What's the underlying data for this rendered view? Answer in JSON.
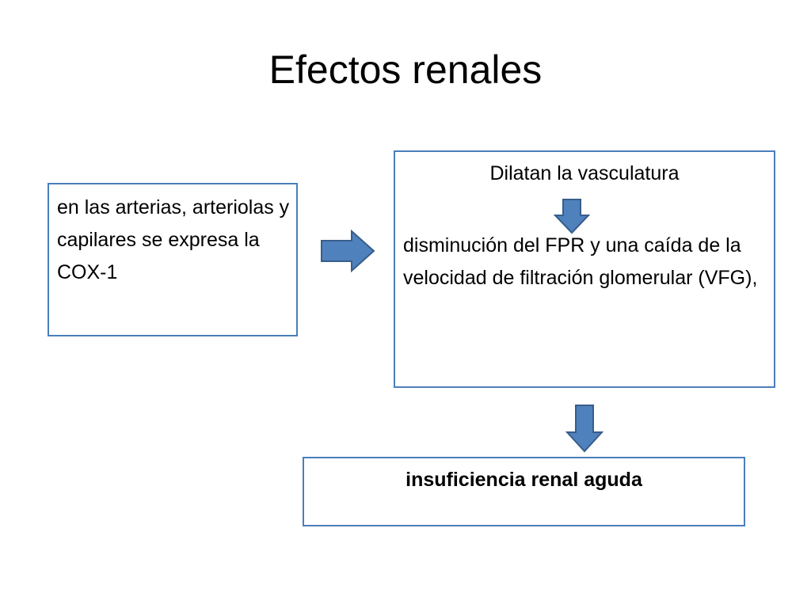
{
  "slide": {
    "title": "Efectos renales"
  },
  "diagram": {
    "nodes": {
      "cox": {
        "text": "en las arterias, arteriolas y capilares se expresa la COX-1"
      },
      "vasc_head": {
        "text": "Dilatan la vasculatura"
      },
      "vasc_body": {
        "text": "disminución del FPR y una caída de la velocidad de filtración glomerular (VFG),"
      },
      "outcome": {
        "text": "insuficiencia renal aguda"
      }
    },
    "edges": [
      {
        "from": "cox",
        "to": "vasc_head",
        "direction": "right"
      },
      {
        "from": "vasc_head",
        "to": "vasc_body",
        "direction": "down"
      },
      {
        "from": "vasc_body",
        "to": "outcome",
        "direction": "down"
      }
    ],
    "colors": {
      "box_border": "#4a7ebb",
      "arrow_fill": "#4f81bd",
      "arrow_stroke": "#385d8a"
    }
  }
}
